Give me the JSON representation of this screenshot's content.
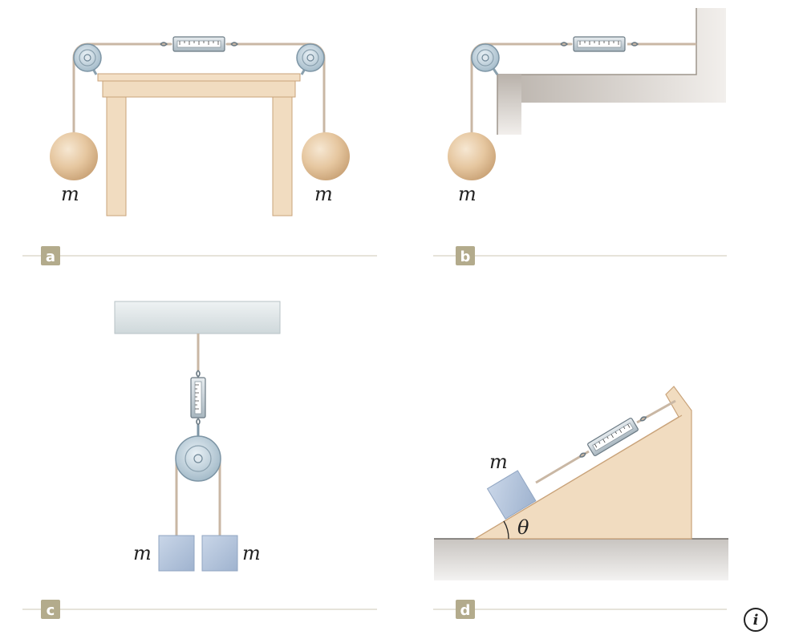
{
  "panels": {
    "a": {
      "letter": "a",
      "mass_left": "m",
      "mass_right": "m"
    },
    "b": {
      "letter": "b",
      "mass": "m"
    },
    "c": {
      "letter": "c",
      "mass_left": "m",
      "mass_right": "m"
    },
    "d": {
      "letter": "d",
      "mass": "m",
      "angle": "θ"
    }
  },
  "info_button": {
    "glyph": "i"
  },
  "colors": {
    "rope": "#c9b7a4",
    "wood": "#f1dcc0",
    "wood_edge": "#c9a37a",
    "sphere": "#e7c9a2",
    "block": "#b5c7df",
    "pulley": "#c9d8e3",
    "ceiling": "#dfe5e7",
    "ground": "#d6d3d0",
    "label_box": "#b3ab8c"
  }
}
